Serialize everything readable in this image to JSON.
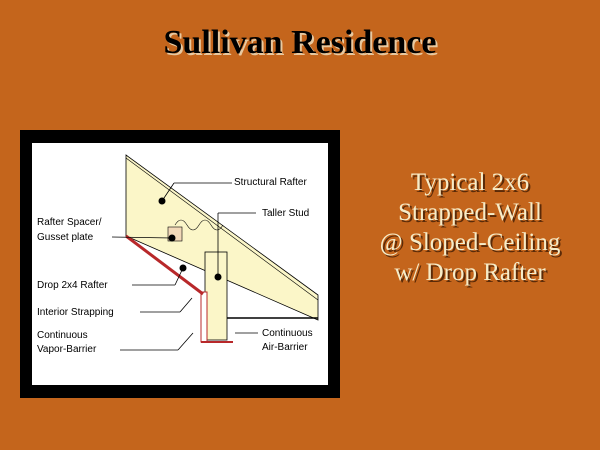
{
  "title": "Sullivan Residence",
  "caption": [
    "Typical 2x6",
    "Strapped-Wall",
    "@ Sloped-Ceiling",
    "w/ Drop Rafter"
  ],
  "diagram": {
    "labels": {
      "structural_rafter": "Structural Rafter",
      "taller_stud": "Taller Stud",
      "rafter_spacer_1": "Rafter Spacer/",
      "rafter_spacer_2": "Gusset plate",
      "drop_rafter": "Drop 2x4 Rafter",
      "interior_strapping": "Interior Strapping",
      "vapor_1": "Continuous",
      "vapor_2": "Vapor-Barrier",
      "air_1": "Continuous",
      "air_2": "Air-Barrier"
    }
  },
  "colors": {
    "background": "#c4651c",
    "lumber": "#fbf6c8",
    "barrier": "#b8282a"
  }
}
